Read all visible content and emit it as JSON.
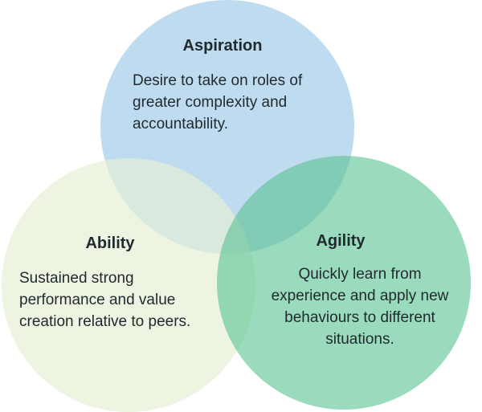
{
  "circles": [
    {
      "id": "aspiration",
      "title": "Aspiration",
      "lines": [
        "Desire to take on roles of",
        "greater complexity and",
        "accountability."
      ],
      "color": "#a9cfea"
    },
    {
      "id": "ability",
      "title": "Ability",
      "lines": [
        "Sustained strong",
        "performance and value",
        "creation relative to peers."
      ],
      "color": "#e6f0d6"
    },
    {
      "id": "agility",
      "title": "Agility",
      "lines": [
        "Quickly learn from",
        "experience and apply new",
        "behaviours to different",
        "situations."
      ],
      "color": "#5cc395"
    }
  ],
  "overlap_colors": {
    "aspiration_ability": "#c9e2d8",
    "aspiration_agility": "#5fbf97"
  }
}
